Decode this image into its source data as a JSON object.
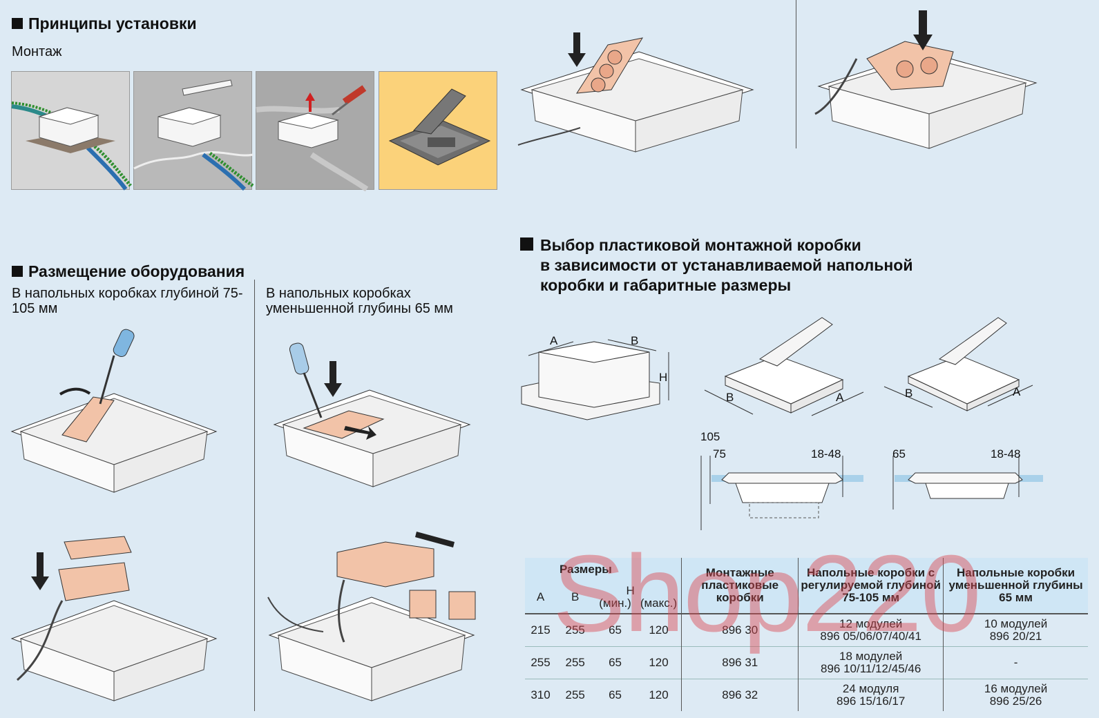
{
  "sections": {
    "install": {
      "title": "Принципы установки",
      "subtitle": "Монтаж"
    },
    "placement": {
      "title": "Размещение оборудования",
      "left_caption": "В напольных коробках глубиной 75-105 мм",
      "right_caption": "В напольных коробках уменьшенной глубины 65 мм"
    },
    "selection": {
      "title_line1": "Выбор пластиковой монтажной коробки",
      "title_line2": "в зависимости от устанавливаемой напольной",
      "title_line3": "коробки и габаритные размеры"
    }
  },
  "diagram_labels": {
    "A": "A",
    "B": "B",
    "H": "H",
    "d105": "105",
    "d75": "75",
    "d1848": "18-48",
    "d65": "65",
    "d1848b": "18-48"
  },
  "table": {
    "header_sizes": "Размеры",
    "col_a": "A",
    "col_b": "B",
    "col_h": "H",
    "col_h_min": "(мин.)",
    "col_h_max": "(макс.)",
    "col_mount": "Монтажные пластиковые коробки",
    "col_adj": "Напольные коробки с регулируемой глубиной 75-105 мм",
    "col_reduced": "Напольные коробки уменьшенной глубины 65 мм",
    "rows": [
      {
        "a": "215",
        "b": "255",
        "hmin": "65",
        "hmax": "120",
        "mount": "896 30",
        "adj_1": "12 модулей",
        "adj_2": "896 05/06/07/40/41",
        "red_1": "10 модулей",
        "red_2": "896 20/21"
      },
      {
        "a": "255",
        "b": "255",
        "hmin": "65",
        "hmax": "120",
        "mount": "896 31",
        "adj_1": "18 модулей",
        "adj_2": "896 10/11/12/45/46",
        "red_1": "-",
        "red_2": ""
      },
      {
        "a": "310",
        "b": "255",
        "hmin": "65",
        "hmax": "120",
        "mount": "896 32",
        "adj_1": "24 модуля",
        "adj_2": "896 15/16/17",
        "red_1": "16 модулей",
        "red_2": "896 25/26"
      }
    ]
  },
  "watermark": "Shop220",
  "colors": {
    "background": "#ddeaf4",
    "accent_yellow": "#fbd27a",
    "socket_pink": "#f2c3a8",
    "watermark": "#dc4650"
  }
}
